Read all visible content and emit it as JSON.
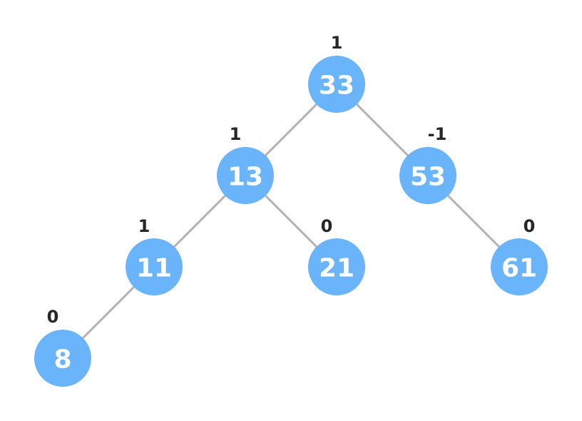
{
  "colors": {
    "node_fill": "#6ab4fb",
    "node_text": "#ffffff",
    "edge": "#b4b4b4",
    "balance_text": "#262626",
    "background": "#ffffff"
  },
  "tree": {
    "nodes": [
      {
        "id": "n33",
        "value": "33",
        "balance": "1"
      },
      {
        "id": "n13",
        "value": "13",
        "balance": "1"
      },
      {
        "id": "n53",
        "value": "53",
        "balance": "-1"
      },
      {
        "id": "n11",
        "value": "11",
        "balance": "1"
      },
      {
        "id": "n21",
        "value": "21",
        "balance": "0"
      },
      {
        "id": "n61",
        "value": "61",
        "balance": "0"
      },
      {
        "id": "n8",
        "value": "8",
        "balance": "0"
      }
    ],
    "edges": [
      {
        "from": "n33",
        "to": "n13"
      },
      {
        "from": "n33",
        "to": "n53"
      },
      {
        "from": "n13",
        "to": "n11"
      },
      {
        "from": "n13",
        "to": "n21"
      },
      {
        "from": "n53",
        "to": "n61"
      },
      {
        "from": "n11",
        "to": "n8"
      }
    ]
  }
}
